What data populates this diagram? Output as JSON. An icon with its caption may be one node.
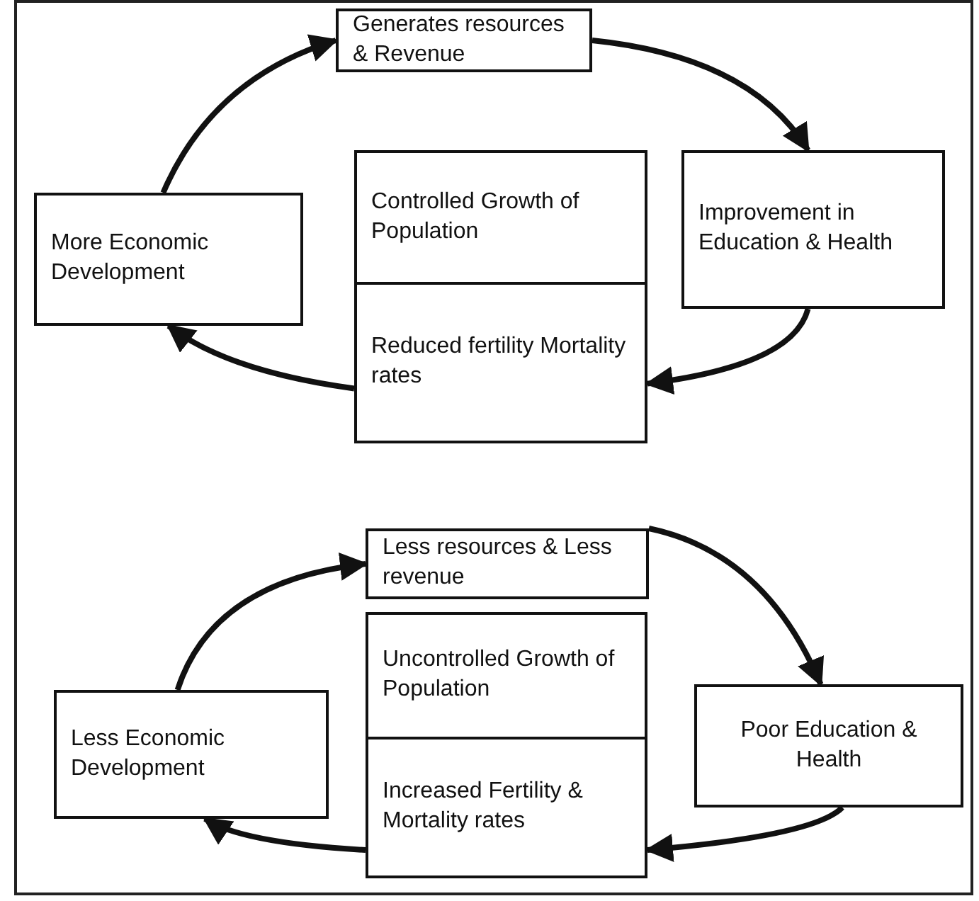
{
  "diagram": {
    "nodes": [
      {
        "text": [
          "Generates resources & Revenue"
        ]
      },
      {
        "text": [
          "More Economic Development"
        ]
      },
      {
        "text": [
          "Controlled Growth of Population"
        ]
      },
      {
        "text": [
          "Reduced fertility Mortality rates"
        ]
      },
      {
        "text": [
          "Improvement in Education & Health"
        ]
      },
      {
        "text": [
          "Less resources & Less revenue"
        ]
      },
      {
        "text": [
          "Less Economic Development"
        ]
      },
      {
        "text": [
          "Uncontrolled Growth of Population"
        ]
      },
      {
        "text": [
          "Increased Fertility & Mortality rates"
        ]
      },
      {
        "text": [
          "Poor Education & Health"
        ]
      }
    ],
    "edges": [
      {
        "from": 1,
        "to": 0,
        "arrow": "to"
      },
      {
        "from": 0,
        "to": 4,
        "arrow": "to"
      },
      {
        "from": 4,
        "to": 3,
        "arrow": "to"
      },
      {
        "from": 3,
        "to": 1,
        "arrow": "to"
      },
      {
        "from": 6,
        "to": 5,
        "arrow": "to"
      },
      {
        "from": 5,
        "to": 9,
        "arrow": "to"
      },
      {
        "from": 9,
        "to": 8,
        "arrow": "to"
      },
      {
        "from": 8,
        "to": 6,
        "arrow": "to"
      }
    ]
  }
}
